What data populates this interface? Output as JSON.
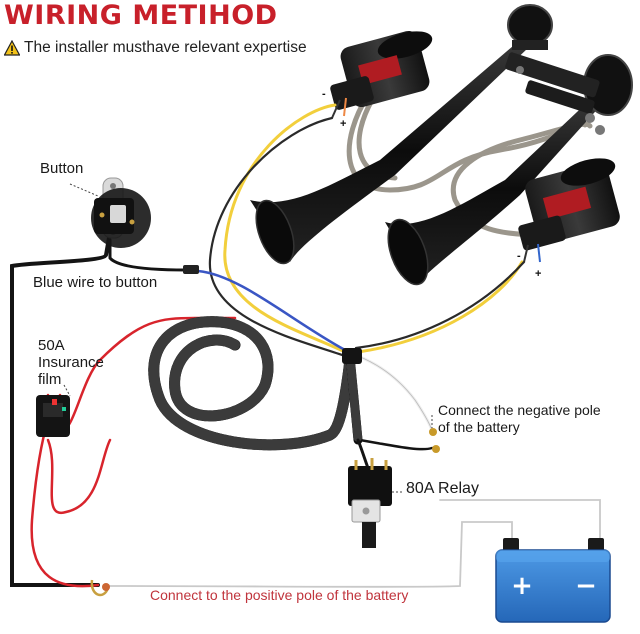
{
  "title": "WIRING METIHOD",
  "warning": "The installer musthave relevant expertise",
  "labels": {
    "button": "Button",
    "blue_wire": "Blue wire to button",
    "insurance": [
      "50A",
      "Insurance",
      "film"
    ],
    "negative": [
      "Connect the negative pole",
      "of the battery"
    ],
    "relay": "80A Relay",
    "positive": "Connect to the positive   pole of the battery"
  },
  "polarity": {
    "minus": "-",
    "plus": "+"
  },
  "battery_symbols": {
    "plus": "+",
    "minus": "−"
  },
  "colors": {
    "title_red": "#c8202a",
    "yellow_wire": "#f2cf3c",
    "blue_wire": "#3a56c4",
    "red_wire": "#d8242c",
    "black": "#111111",
    "battery_blue": "#2f7fd6"
  },
  "icons": [
    "warning-icon",
    "horn-icon",
    "compressor-icon",
    "button-switch-icon",
    "relay-icon",
    "fuse-icon",
    "battery-icon",
    "ring-terminal-icon"
  ]
}
